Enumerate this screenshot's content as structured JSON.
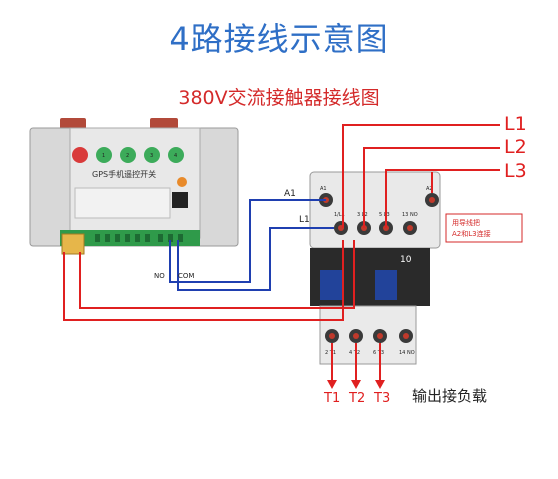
{
  "title": "4路接线示意图",
  "subtitle": "380V交流接触器接线图",
  "phases": [
    "L1",
    "L2",
    "L3"
  ],
  "outputs": [
    "T1",
    "T2",
    "T3"
  ],
  "load_label": "输出接负载",
  "wire_labels": {
    "a1": "A1",
    "l1": "L1",
    "no": "NO",
    "com": "COM"
  },
  "note": {
    "line1": "用导线把",
    "line2": "A2和L3连接"
  },
  "controller": {
    "buttons": [
      "1",
      "2",
      "3",
      "4"
    ],
    "panel_text": "GPS手机遥控开关"
  },
  "contactor": {
    "top_terms": [
      "A1",
      "1/L1",
      "3 L2",
      "5 L3",
      "13 NO",
      "A2"
    ],
    "bottom_terms": [
      "2 T1",
      "4 T2",
      "6 T3",
      "14 NO"
    ],
    "model": "10"
  },
  "colors": {
    "title": "#2f6fc6",
    "red_wire": "#e02020",
    "blue_wire": "#1f3fb0"
  }
}
